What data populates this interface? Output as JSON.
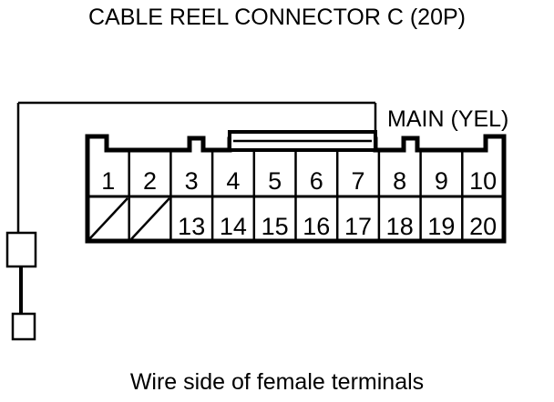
{
  "title": "CABLE REEL CONNECTOR C (20P)",
  "caption": "Wire side of female terminals",
  "wire_label": "MAIN (YEL)",
  "connector": {
    "name": "Cable Reel Connector C",
    "pin_count": "20P",
    "columns": 10,
    "rows": 2,
    "top_row": [
      "1",
      "2",
      "3",
      "4",
      "5",
      "6",
      "7",
      "8",
      "9",
      "10"
    ],
    "bottom_row": [
      "",
      "",
      "13",
      "14",
      "15",
      "16",
      "17",
      "18",
      "19",
      "20"
    ],
    "bottom_row_blank_cells": [
      "1",
      "2"
    ],
    "blank_cell_mark": "diagonal-slash"
  },
  "colors": {
    "ink": "#000000",
    "background": "#ffffff"
  }
}
